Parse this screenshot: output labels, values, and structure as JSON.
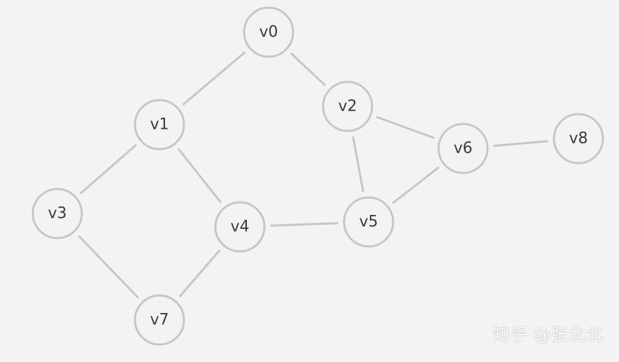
{
  "diagram": {
    "type": "undirected-graph",
    "nodes": [
      {
        "id": "v0",
        "label": "v0"
      },
      {
        "id": "v1",
        "label": "v1"
      },
      {
        "id": "v2",
        "label": "v2"
      },
      {
        "id": "v3",
        "label": "v3"
      },
      {
        "id": "v4",
        "label": "v4"
      },
      {
        "id": "v5",
        "label": "v5"
      },
      {
        "id": "v6",
        "label": "v6"
      },
      {
        "id": "v7",
        "label": "v7"
      },
      {
        "id": "v8",
        "label": "v8"
      }
    ],
    "edges": [
      [
        "v0",
        "v1"
      ],
      [
        "v0",
        "v2"
      ],
      [
        "v1",
        "v3"
      ],
      [
        "v1",
        "v4"
      ],
      [
        "v3",
        "v7"
      ],
      [
        "v7",
        "v4"
      ],
      [
        "v4",
        "v5"
      ],
      [
        "v2",
        "v5"
      ],
      [
        "v2",
        "v6"
      ],
      [
        "v5",
        "v6"
      ],
      [
        "v6",
        "v8"
      ]
    ],
    "colors": {
      "background": "#f2f3f5",
      "stroke": "#c4c6ca",
      "text": "#3a3a3a"
    }
  },
  "watermark": "知乎 @张北北"
}
